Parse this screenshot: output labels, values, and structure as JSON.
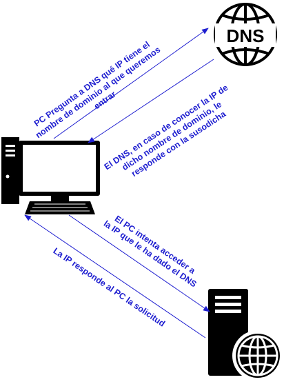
{
  "dns_icon": {
    "text": "DNS",
    "icon": "globe-dns-icon"
  },
  "pc_icon": {
    "icon": "desktop-computer-icon"
  },
  "server_icon": {
    "icon": "server-globe-icon"
  },
  "arrow_color": "#1f1fd0",
  "messages": {
    "pc_to_dns": {
      "line1": "PC Pregunta a DNS qué IP tiene el",
      "line2": "nombre de dominio al que queremos",
      "line3": "entrar"
    },
    "dns_to_pc": {
      "line1": "El DNS, en caso de conocer la IP de",
      "line2": "dicho nombre de dominio, le",
      "line3": "responde con la susodicha"
    },
    "pc_to_server": {
      "line1": "El PC intenta acceder a",
      "line2": "la IP que le ha dado el DNS"
    },
    "server_to_pc": {
      "line1": "La IP responde al PC la solicitud"
    }
  }
}
